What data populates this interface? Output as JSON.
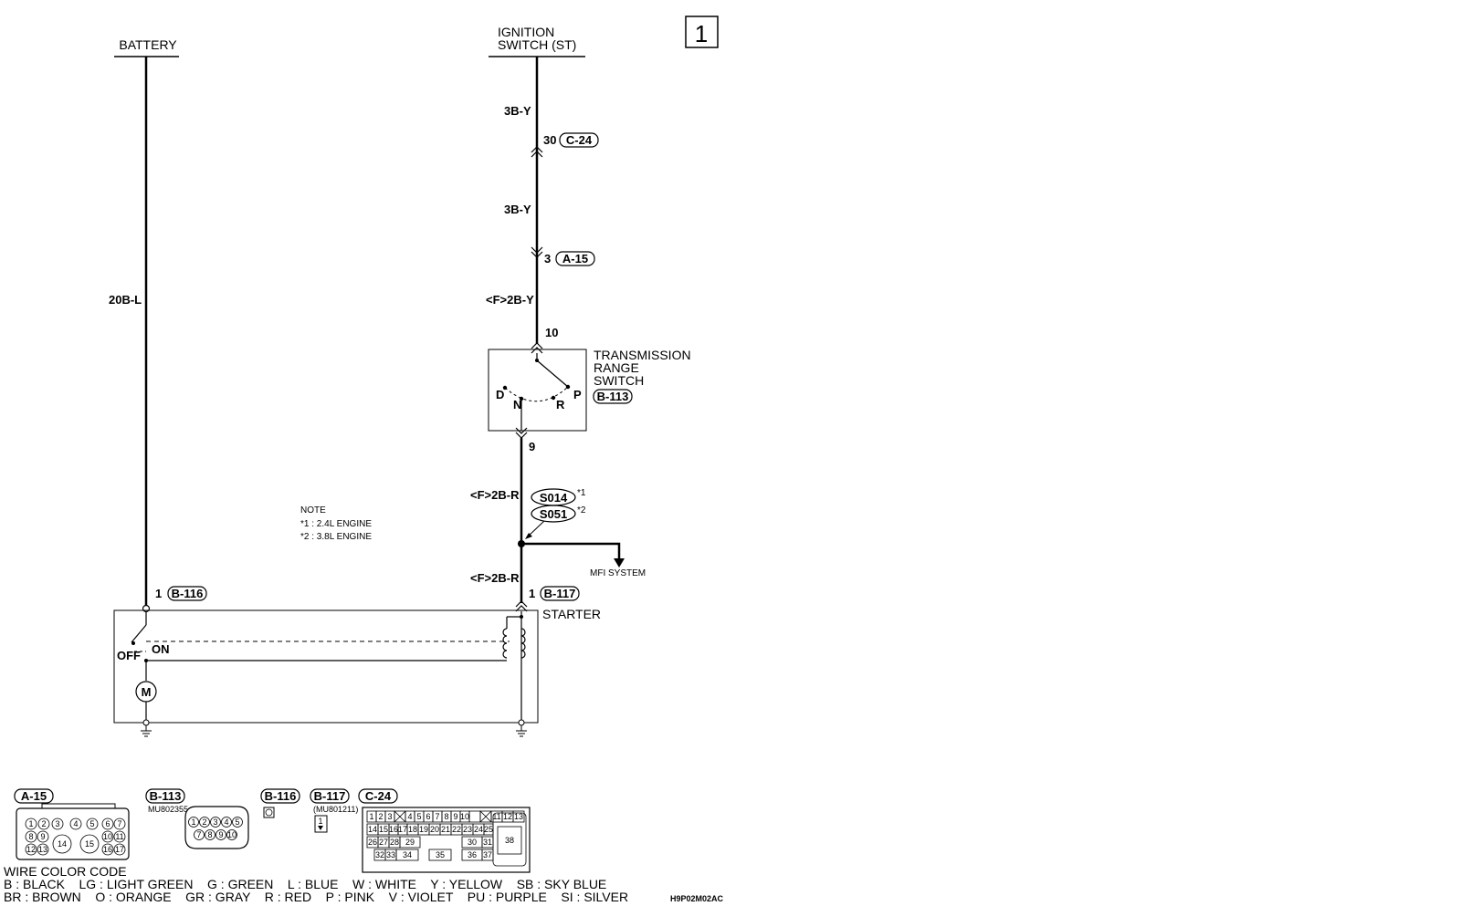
{
  "page_number": "1",
  "battery_label": "BATTERY",
  "ignition": {
    "line1": "IGNITION",
    "line2": "SWITCH (ST)"
  },
  "battery_wire": "20B-L",
  "wires": {
    "w1": "3B-Y",
    "w2": "3B-Y",
    "w3": "<F>2B-Y",
    "w4": "<F>2B-R",
    "w5": "<F>2B-R"
  },
  "pins": {
    "c24_pin": "30",
    "a15_pin": "3",
    "trs_in_pin": "10",
    "trs_out_pin": "9",
    "b117_pin": "1",
    "b116_pin": "1"
  },
  "connectors": {
    "c24": "C-24",
    "a15": "A-15",
    "b113": "B-113",
    "b116": "B-116",
    "b117": "B-117"
  },
  "trs": {
    "line1": "TRANSMISSION",
    "line2": "RANGE",
    "line3": "SWITCH",
    "pos_d": "D",
    "pos_n": "N",
    "pos_r": "R",
    "pos_p": "P"
  },
  "splices": {
    "s1": "S014",
    "s1_note": "*1",
    "s2": "S051",
    "s2_note": "*2"
  },
  "mfi": "MFI SYSTEM",
  "note": {
    "title": "NOTE",
    "line1": "*1 : 2.4L ENGINE",
    "line2": "*2 : 3.8L ENGINE"
  },
  "starter": {
    "label": "STARTER",
    "off": "OFF",
    "on": "ON",
    "motor": "M"
  },
  "legend": {
    "a15": "A-15",
    "b113": "B-113",
    "b113_part": "MU802355",
    "b116": "B-116",
    "b117": "B-117",
    "b117_part": "(MU801211)",
    "c24": "C-24"
  },
  "wire_color_code": {
    "title": "WIRE COLOR CODE",
    "row1": "B : BLACK    LG : LIGHT GREEN    G : GREEN    L : BLUE    W : WHITE    Y : YELLOW    SB : SKY BLUE",
    "row2": "BR : BROWN    O : ORANGE    GR : GRAY    R : RED    P : PINK    V : VIOLET    PU : PURPLE    SI : SILVER",
    "code": "H9P02M02AC"
  }
}
